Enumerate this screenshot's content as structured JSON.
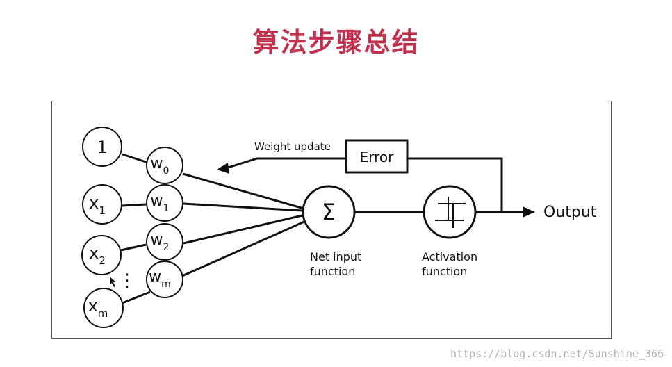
{
  "title": "算法步骤总结",
  "inputs": {
    "bias": "1",
    "x1": {
      "base": "x",
      "sub": "1"
    },
    "x2": {
      "base": "x",
      "sub": "2"
    },
    "xm": {
      "base": "x",
      "sub": "m"
    }
  },
  "weights": {
    "w0": {
      "base": "w",
      "sub": "0"
    },
    "w1": {
      "base": "w",
      "sub": "1"
    },
    "w2": {
      "base": "w",
      "sub": "2"
    },
    "wm": {
      "base": "w",
      "sub": "m"
    }
  },
  "ellipsis": "⋮",
  "sum_symbol": "Σ",
  "net_input_label": [
    "Net input",
    "function"
  ],
  "activation_label": [
    "Activation",
    "function"
  ],
  "error_label": "Error",
  "weight_update_label": "Weight update",
  "output_label": "Output",
  "watermark": "https://blog.csdn.net/Sunshine_366",
  "colors": {
    "title": "#c0304f",
    "lines": "#111111",
    "frame": "#555555"
  }
}
